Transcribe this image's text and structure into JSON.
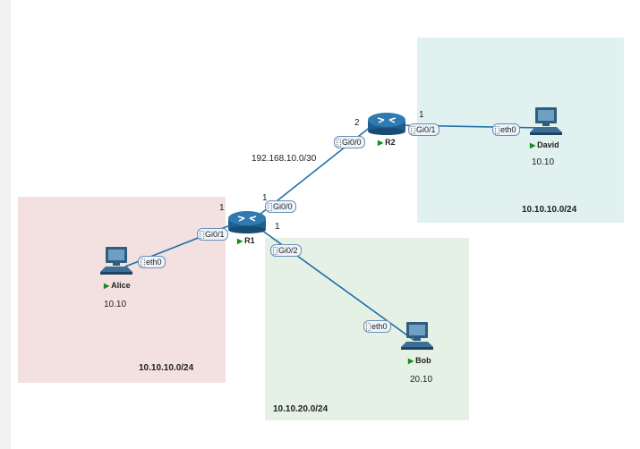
{
  "zones": {
    "alice_net": {
      "label": "10.10.10.0/24",
      "color": "#f2e1e0"
    },
    "david_net": {
      "label": "10.10.10.0/24",
      "color": "#e1f1f0"
    },
    "bob_net": {
      "label": "10.10.20.0/24",
      "color": "#e4f1e4"
    }
  },
  "routers": {
    "r1": {
      "name": "R1"
    },
    "r2": {
      "name": "R2"
    }
  },
  "hosts": {
    "alice": {
      "name": "Alice",
      "ip": "10.10"
    },
    "bob": {
      "name": "Bob",
      "ip": "20.10"
    },
    "david": {
      "name": "David",
      "ip": "10.10"
    }
  },
  "interfaces": {
    "r1_gi00": "Gi0/0",
    "r1_gi01": "Gi0/1",
    "r1_gi02": "Gi0/2",
    "r2_gi00": "Gi0/0",
    "r2_gi01": "Gi0/1",
    "alice_eth0": "eth0",
    "bob_eth0": "eth0",
    "david_eth0": "eth0"
  },
  "port_numbers": {
    "r1_gi00": "1",
    "r1_gi01": "1",
    "r1_gi02": "1",
    "r2_gi00": "2",
    "r2_gi01": "1"
  },
  "transit_subnet": "192.168.10.0/30",
  "colors": {
    "link": "#1f6fa8",
    "router": "#1e5f8f",
    "pc": "#2f5d80",
    "status": "#1a8a1a"
  }
}
